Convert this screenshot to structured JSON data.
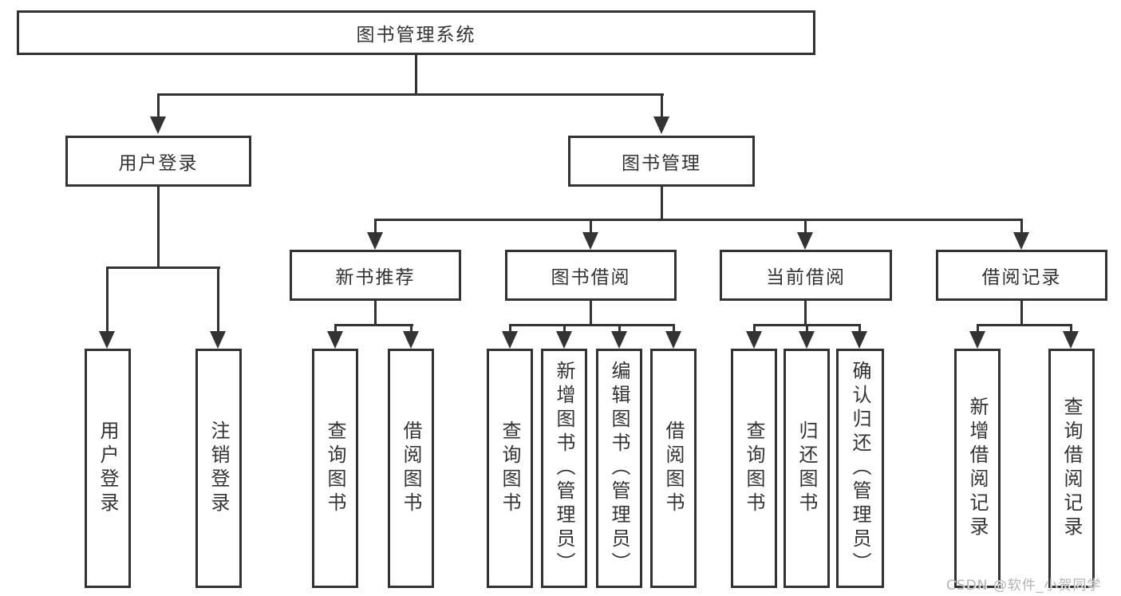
{
  "colors": {
    "line": "#333333",
    "text": "#333333",
    "background": "#ffffff",
    "watermark": "#b3b3b3"
  },
  "watermark": "CSDN @软件_小贺同学",
  "diagram": {
    "root": {
      "label": "图书管理系统"
    },
    "user_login": {
      "label": "用户登录",
      "children": {
        "login": {
          "label": "用户登录"
        },
        "logout": {
          "label": "注销登录"
        }
      }
    },
    "book_mgmt": {
      "label": "图书管理",
      "new_books": {
        "label": "新书推荐",
        "children": {
          "query": {
            "label": "查询图书"
          },
          "borrow": {
            "label": "借阅图书"
          }
        }
      },
      "borrowing": {
        "label": "图书借阅",
        "children": {
          "query": {
            "label": "查询图书"
          },
          "add": {
            "label": "新增图书（管理员）"
          },
          "edit": {
            "label": "编辑图书（管理员）"
          },
          "borrow": {
            "label": "借阅图书"
          }
        }
      },
      "current": {
        "label": "当前借阅",
        "children": {
          "query": {
            "label": "查询图书"
          },
          "return": {
            "label": "归还图书"
          },
          "confirm": {
            "label": "确认归还（管理员）"
          }
        }
      },
      "records": {
        "label": "借阅记录",
        "children": {
          "add": {
            "label": "新增借阅记录"
          },
          "query": {
            "label": "查询借阅记录"
          }
        }
      }
    }
  }
}
